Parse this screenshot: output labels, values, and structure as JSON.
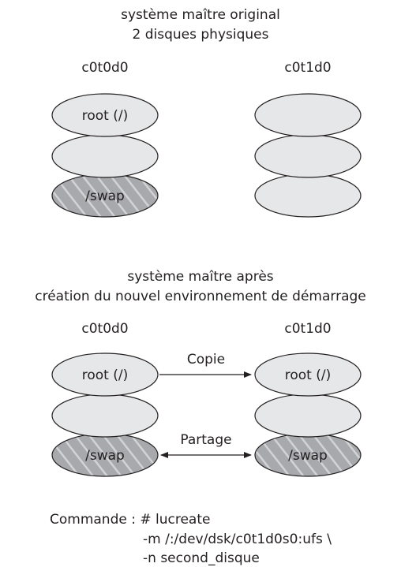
{
  "top_section": {
    "title_line1": "système maître original",
    "title_line2": "2 disques physiques",
    "disk_left": {
      "name": "c0t0d0",
      "slice1": "root (/)",
      "slice2": "",
      "slice3": "/swap"
    },
    "disk_right": {
      "name": "c0t1d0",
      "slice1": "",
      "slice2": "",
      "slice3": ""
    }
  },
  "bottom_section": {
    "title_line1": "système maître après",
    "title_line2": "création du nouvel environnement de démarrage",
    "disk_left": {
      "name": "c0t0d0",
      "slice1": "root (/)",
      "slice2": "",
      "slice3": "/swap"
    },
    "disk_right": {
      "name": "c0t1d0",
      "slice1": "root (/)",
      "slice2": "",
      "slice3": "/swap"
    },
    "arrow_copy_label": "Copie",
    "arrow_share_label": "Partage"
  },
  "command": {
    "line1": "Commande : # lucreate",
    "line2": "-m /:/dev/dsk/c0t1d0s0:ufs \\",
    "line3": "-n second_disque"
  },
  "colors": {
    "slice_fill": "#e6e7e8",
    "swap_fill": "#a7a9ac",
    "hatch": "#d1d3d4",
    "outline": "#231f20",
    "text": "#231f20"
  }
}
